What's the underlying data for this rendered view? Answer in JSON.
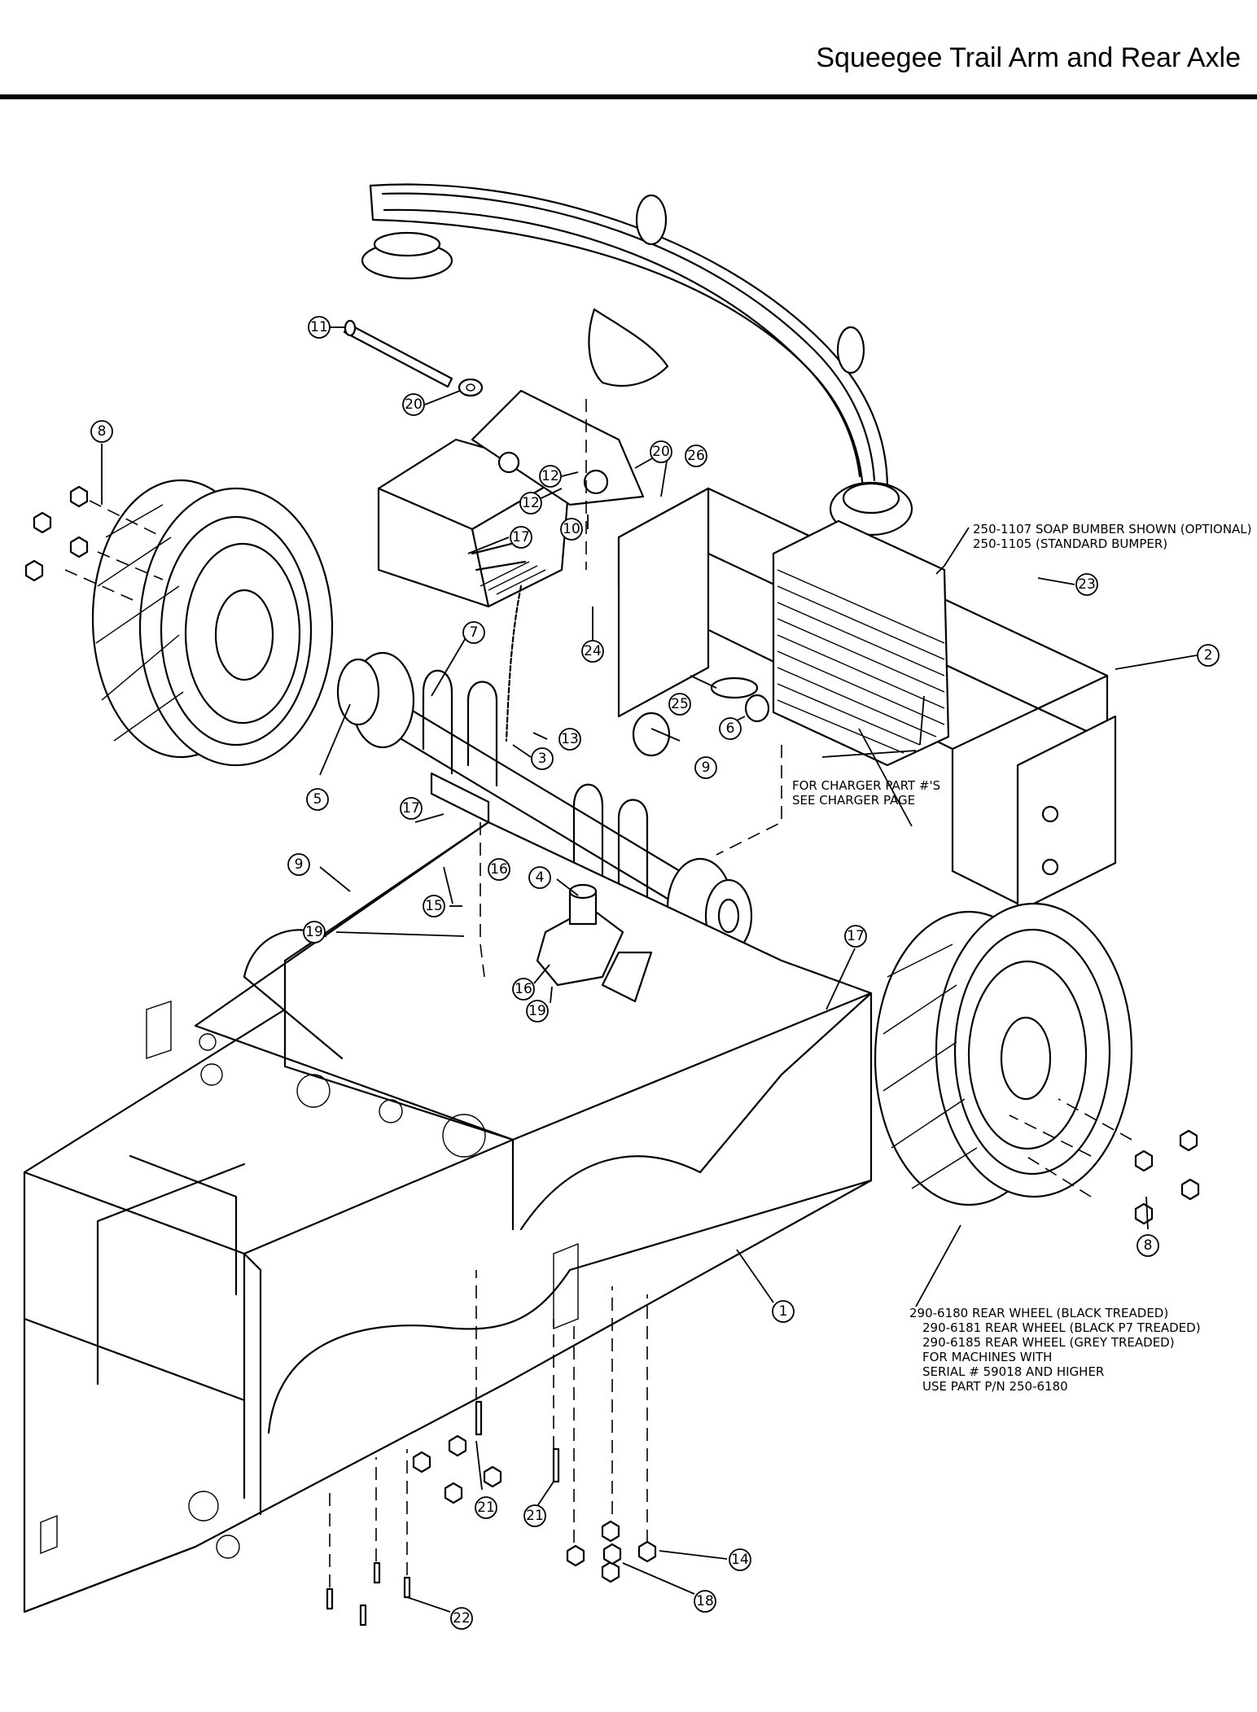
{
  "page": {
    "title": "Squeegee Trail Arm and Rear Axle"
  },
  "notes": {
    "bumper_line1": "250-1107 SOAP BUMBER SHOWN (OPTIONAL)",
    "bumper_line2": "250-1105 (STANDARD BUMPER)",
    "charger_line1": "FOR CHARGER PART #'S",
    "charger_line2": "SEE CHARGER PAGE",
    "wheel_line1": "290-6180  REAR WHEEL (BLACK TREADED)",
    "wheel_line2": "290-6181 REAR WHEEL (BLACK P7 TREADED)",
    "wheel_line3": "290-6185 REAR WHEEL (GREY TREADED)",
    "wheel_line4": "FOR MACHINES WITH",
    "wheel_line5": "SERIAL # 59018 AND HIGHER",
    "wheel_line6": "USE PART P/N 250-6180"
  },
  "callouts": {
    "c11": "11",
    "c20a": "20",
    "c20b": "20",
    "c26": "26",
    "c8a": "8",
    "c12a": "12",
    "c12b": "12",
    "c10": "10",
    "c17a": "17",
    "c23": "23",
    "c2": "2",
    "c7": "7",
    "c24": "24",
    "c25": "25",
    "c6": "6",
    "c13": "13",
    "c3": "3",
    "c9a": "9",
    "c5": "5",
    "c17b": "17",
    "c9b": "9",
    "c16a": "16",
    "c4": "4",
    "c15": "15",
    "c19a": "19",
    "c16b": "16",
    "c19b": "19",
    "c17c": "17",
    "c1": "1",
    "c8b": "8",
    "c21a": "21",
    "c21b": "21",
    "c14": "14",
    "c18": "18",
    "c22": "22"
  }
}
